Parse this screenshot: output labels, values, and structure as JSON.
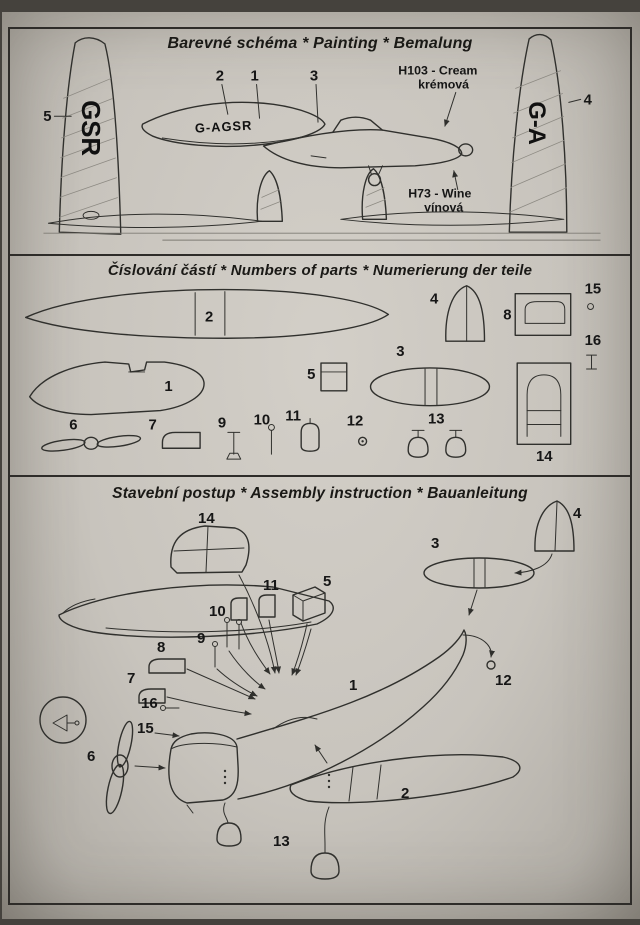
{
  "colors": {
    "ink": "#30302d",
    "paper": "#c8c4bd"
  },
  "painting": {
    "title": "Barevné schéma * Painting * Bemalung",
    "labels": {
      "n1": "1",
      "n2": "2",
      "n3": "3",
      "n4": "4",
      "n5": "5"
    },
    "cream_line1": "H103 - Cream",
    "cream_line2": "krémová",
    "wine_line1": "H73 - Wine",
    "wine_line2": "vínová",
    "reg_fin_left": "GSR",
    "reg_wing": "G-AGSR",
    "reg_fin_right": "G-A"
  },
  "parts": {
    "title": "Číslování částí * Numbers of parts * Numerierung der teile",
    "labels": {
      "p1": "1",
      "p2": "2",
      "p3": "3",
      "p4": "4",
      "p5": "5",
      "p6": "6",
      "p7": "7",
      "p8": "8",
      "p9": "9",
      "p10": "10",
      "p11": "11",
      "p12": "12",
      "p13": "13",
      "p14": "14",
      "p15": "15",
      "p16": "16"
    }
  },
  "assembly": {
    "title": "Stavební postup * Assembly instruction * Bauanleitung",
    "labels": {
      "a1": "1",
      "a2": "2",
      "a3": "3",
      "a4": "4",
      "a5": "5",
      "a6": "6",
      "a7": "7",
      "a8": "8",
      "a9": "9",
      "a10": "10",
      "a11": "11",
      "a12": "12",
      "a13": "13",
      "a14": "14",
      "a15": "15",
      "a16": "16"
    }
  }
}
